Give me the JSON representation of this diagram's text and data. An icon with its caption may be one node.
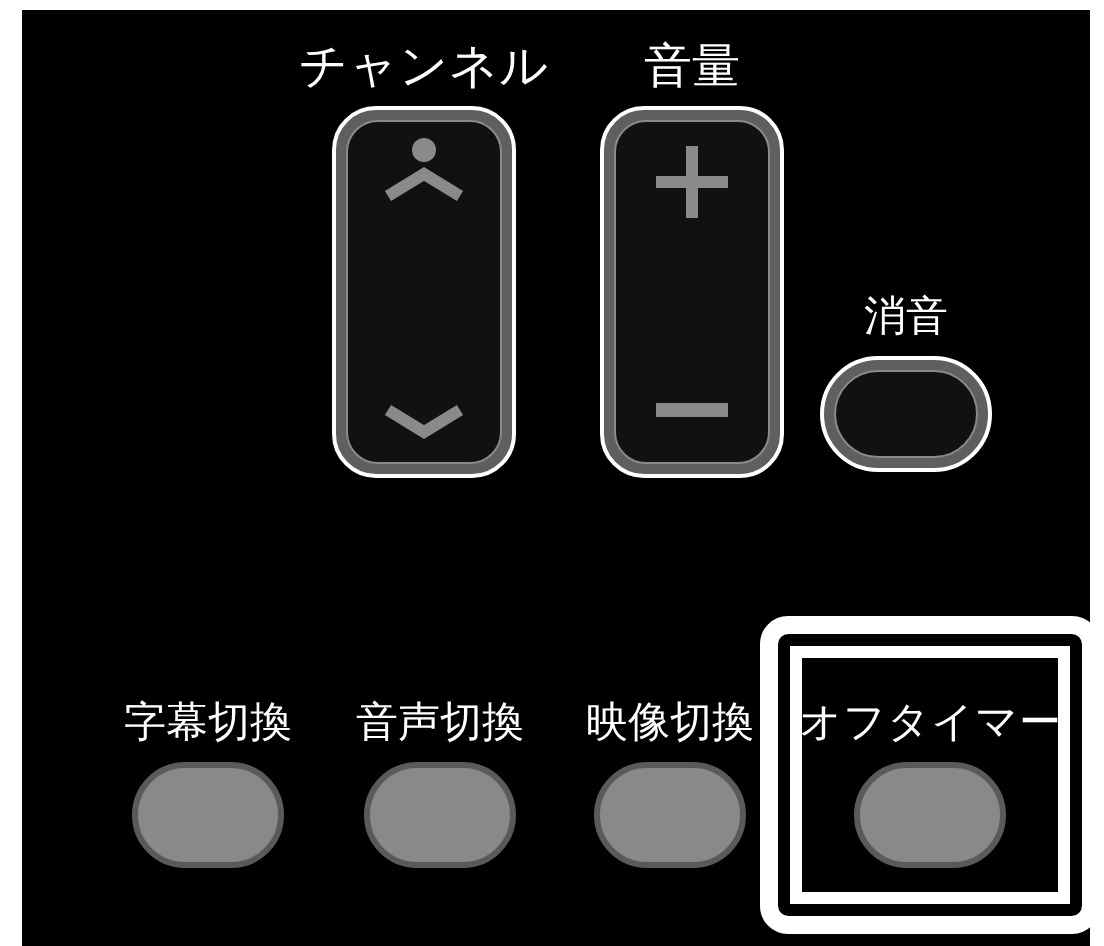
{
  "diagram": {
    "nodes": [
      {
        "text": [
          "チャンネル"
        ]
      },
      {
        "text": [
          "音量"
        ]
      },
      {
        "text": [
          "消音"
        ]
      },
      {
        "text": [
          "字幕切換"
        ]
      },
      {
        "text": [
          "音声切換"
        ]
      },
      {
        "text": [
          "映像切換"
        ]
      },
      {
        "text": [],
        "shape": "box"
      },
      {
        "text": [
          "オフタイマー"
        ],
        "in": 6
      }
    ]
  }
}
